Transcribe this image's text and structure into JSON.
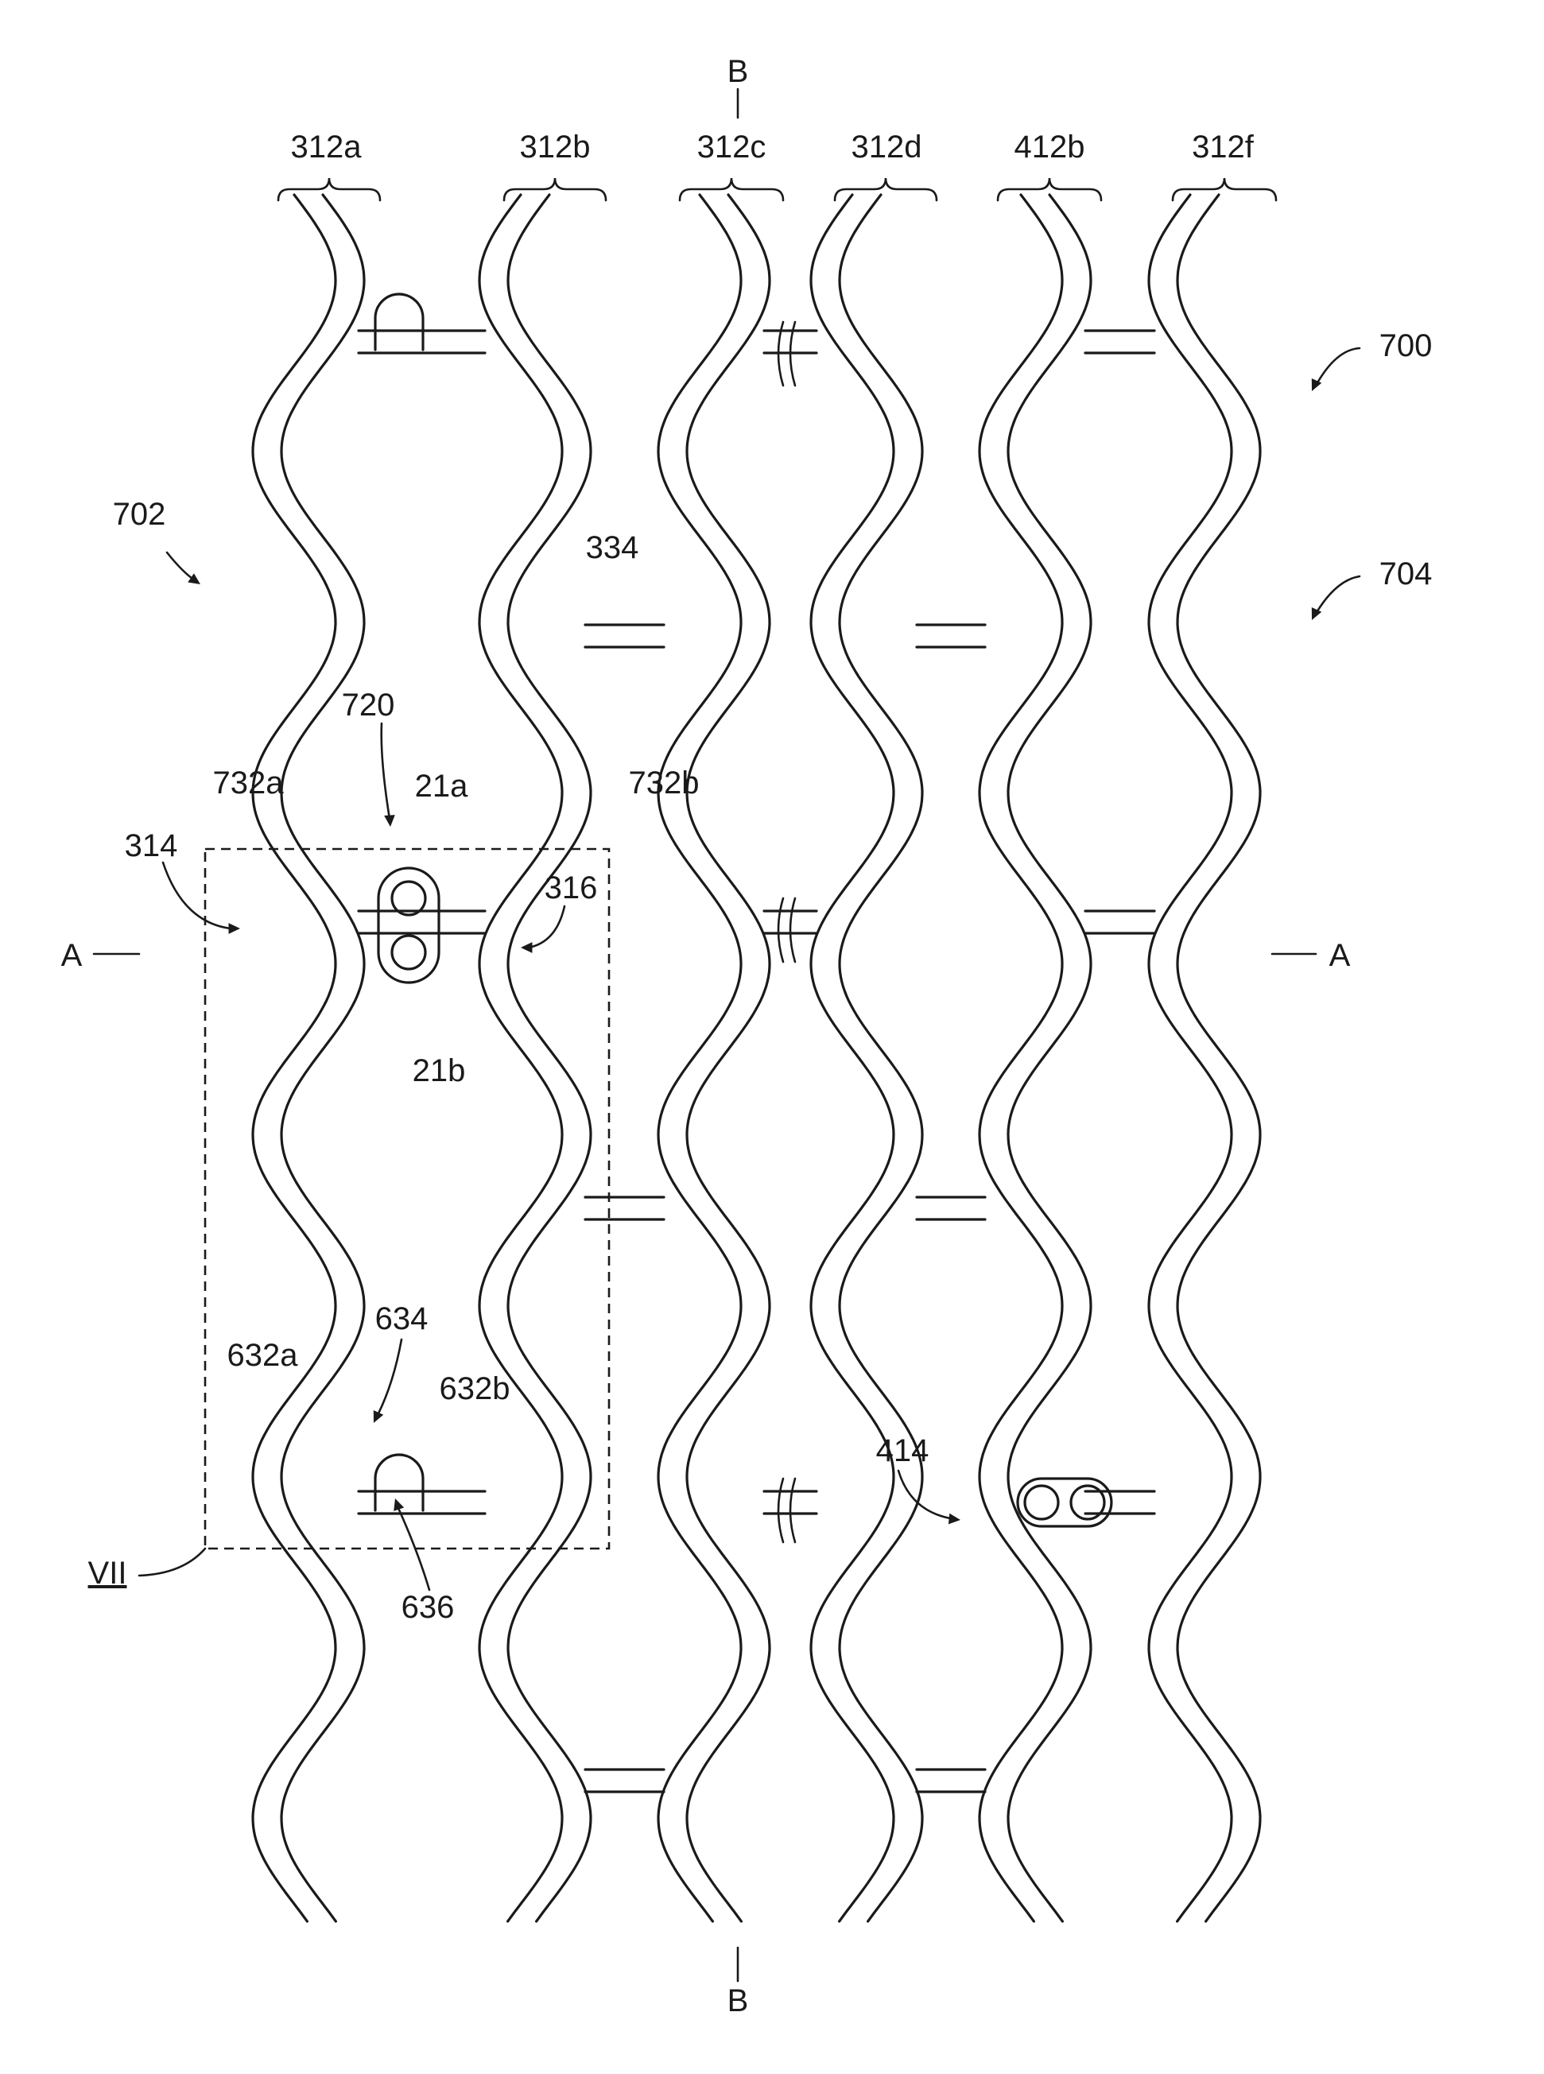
{
  "figure": {
    "column_labels": [
      "312a",
      "312b",
      "312c",
      "312d",
      "412b",
      "312f"
    ],
    "section_b_top": "B",
    "section_b_bottom": "B",
    "section_a_left": "A",
    "section_a_right": "A",
    "ref_700": "700",
    "ref_702": "702",
    "ref_704": "704",
    "ref_334": "334",
    "ref_720": "720",
    "ref_732a": "732a",
    "ref_732b": "732b",
    "ref_21a": "21a",
    "ref_21b": "21b",
    "ref_314": "314",
    "ref_316": "316",
    "ref_634": "634",
    "ref_632a": "632a",
    "ref_632b": "632b",
    "ref_636": "636",
    "ref_414": "414",
    "ref_detail": "VII"
  }
}
